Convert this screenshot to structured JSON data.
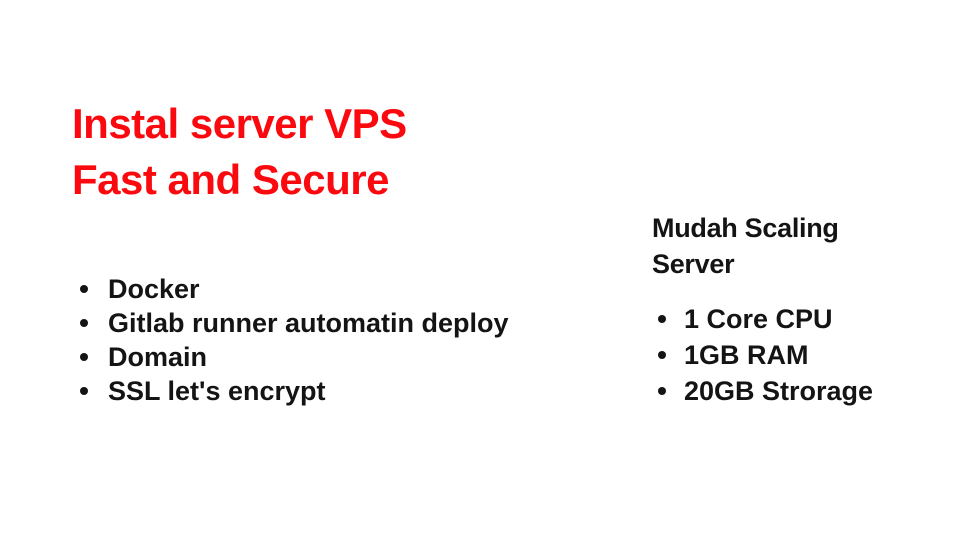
{
  "slide": {
    "background_color": "#ffffff",
    "text_color": "#141414",
    "title": {
      "color": "#fa0a0f",
      "lines": [
        "Instal server VPS",
        "Fast and Secure"
      ]
    },
    "features_list": {
      "items": [
        "Docker",
        "Gitlab runner automatin deploy",
        "Domain",
        "SSL let's encrypt"
      ]
    },
    "scaling_section": {
      "heading": "Mudah Scaling Server",
      "items": [
        "1 Core CPU",
        "1GB RAM",
        "20GB Strorage"
      ]
    }
  }
}
